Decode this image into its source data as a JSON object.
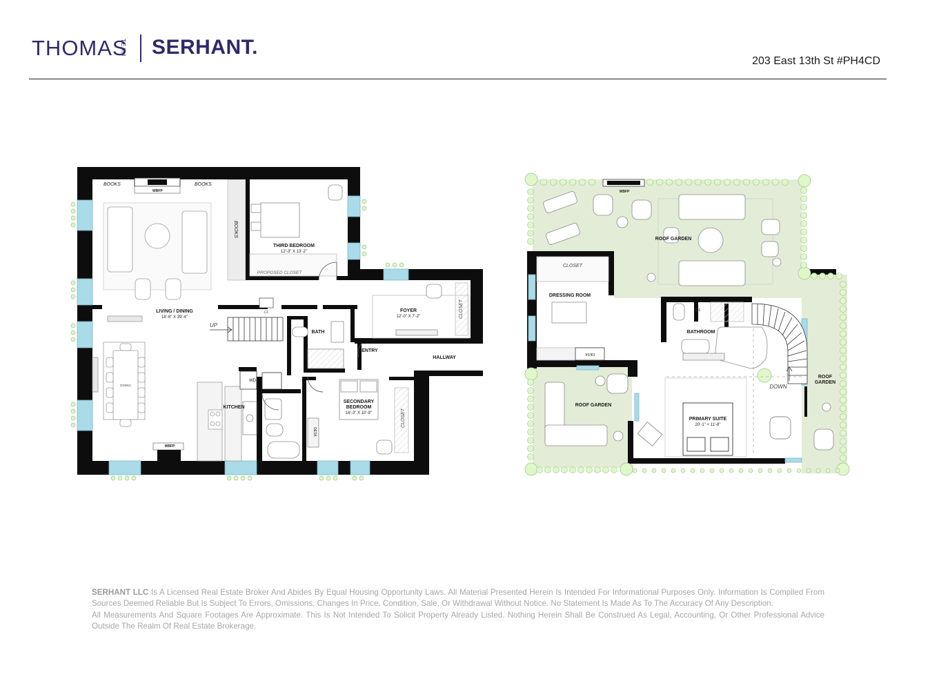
{
  "header": {
    "brand_thomas": "THOMAS",
    "brand_team": "TEAM",
    "brand_serhant": "SERHANT.",
    "address": "203 East 13th St #PH4CD"
  },
  "lower_level": {
    "books_1": "BOOKS",
    "books_2": "BOOKS",
    "books_3": "BOOKS",
    "wbfp_top": "WBFP",
    "wbfp_bottom": "WBFP",
    "third_bedroom": "THIRD BEDROOM",
    "third_bedroom_dim": "12'-3\" X 13'-2\"",
    "proposed_closet": "PROPOSED CLOSET",
    "living_dining": "LIVING / DINING",
    "living_dining_dim": "18'-6\" X 39'-4\"",
    "dining": "DINING",
    "up": "UP",
    "cl": "CL",
    "bath": "BATH",
    "foyer": "FOYER",
    "foyer_dim": "12'-0\" X 7'-2\"",
    "closet_foyer": "CLOSET",
    "entry": "ENTRY",
    "hallway": "HALLWAY",
    "kitchen": "KITCHEN",
    "wd": "WD",
    "desk": "DESK",
    "secondary_bedroom_1": "SECONDARY",
    "secondary_bedroom_2": "BEDROOM",
    "secondary_bedroom_dim": "16'-3\" X 10'-9\"",
    "closet_bedroom": "CLOSET"
  },
  "upper_level": {
    "wbfp": "WBFP",
    "roof_garden_top": "ROOF GARDEN",
    "closet": "CLOSET",
    "dressing_room": "DRESSING ROOM",
    "desk": "DESK",
    "cl": "CL",
    "bathroom": "BATHROOM",
    "roof_garden_right_1": "ROOF",
    "roof_garden_right_2": "GARDEN",
    "down": "DOWN",
    "roof_garden_left": "ROOF GARDEN",
    "primary_suite": "PRIMARY SUITE",
    "primary_suite_dim": "20'-1\" × 11'-8\""
  },
  "disclaimer": {
    "company": "SERHANT LLC",
    "line1": " Is A Licensed Real Estate Broker And Abides By Equal Housing Opportunity Laws. All Material Presented Herein Is Intended For Informational Purposes Only. Information Is Compiled From Sources Deemed Reliable But Is Subject To Errors, Omissions, Changes In Price, Condition, Sale, Or Withdrawal Without Notice. No Statement Is Made As To The Accuracy Of Any Description.",
    "line2": "All Measurements And Square Footages Are Approximate. This Is Not Intended To Solicit Property Already Listed. Nothing Herein Shall Be Construed As Legal, Accounting, Or Other Professional Advice Outside The Realm Of Real Estate Brokerage."
  },
  "colors": {
    "brand": "#2d2a6b",
    "wall": "#0d0d0d",
    "window": "#a9dbe8",
    "garden": "#e3ecd6",
    "shrub": "#dff7c9"
  }
}
